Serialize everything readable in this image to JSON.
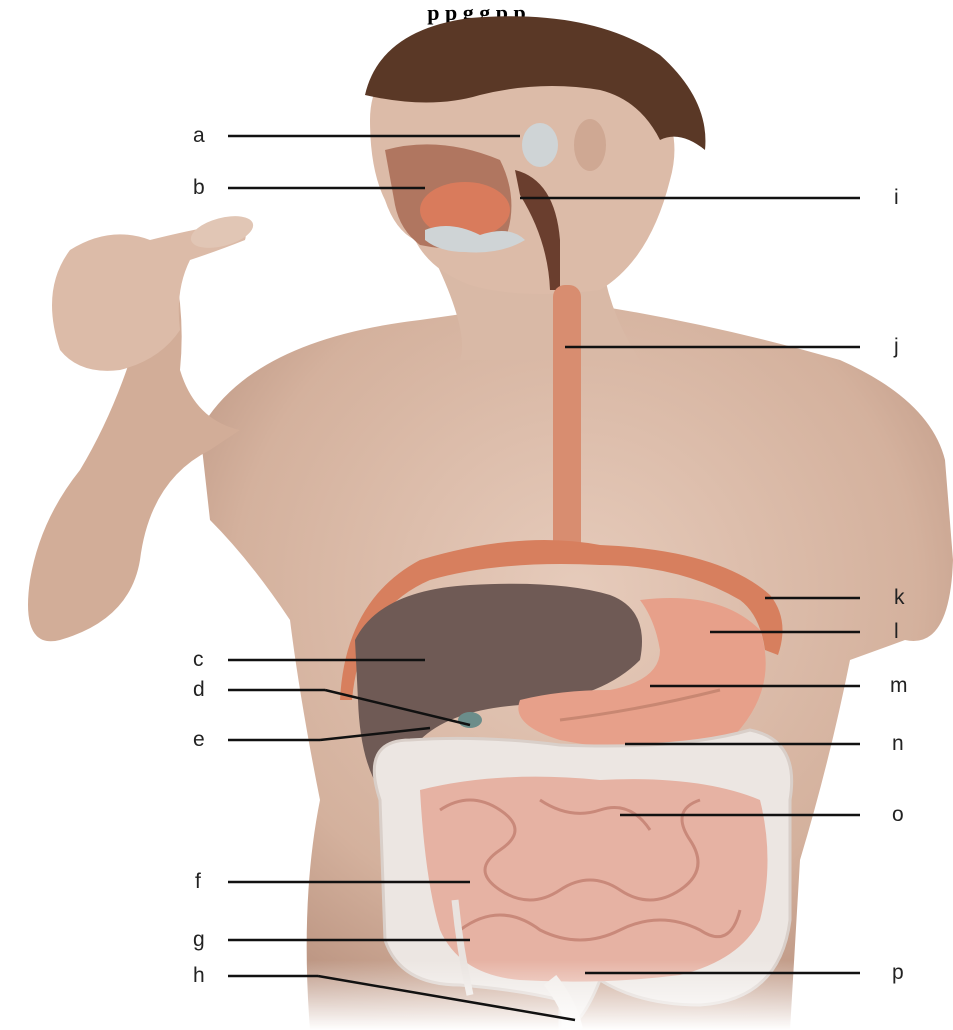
{
  "header": {
    "title_fragment": "p                    p                                   g  g            p p"
  },
  "labels": {
    "a": "a",
    "b": "b",
    "c": "c",
    "d": "d",
    "e": "e",
    "f": "f",
    "g": "g",
    "h": "h",
    "i": "i",
    "j": "j",
    "k": "k",
    "l": "l",
    "m": "m",
    "n": "n",
    "o": "o",
    "p": "p"
  },
  "colors": {
    "skin": "#d7b8a6",
    "skin_shadow": "#b8917c",
    "hair": "#5a3826",
    "muscle": "#d77f5e",
    "liver": "#6f5a55",
    "stomach": "#e7a08a",
    "intestine": "#e6b2a3",
    "colon": "#ece6e2",
    "leader_line": "#111111"
  },
  "icons": [
    "human-torso-illustration"
  ]
}
